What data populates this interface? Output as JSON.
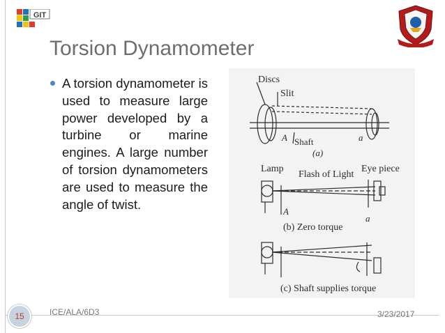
{
  "slide": {
    "title": "Torsion Dynamometer",
    "bullet_text": "A torsion dynamometer is used to measure large power developed by a turbine or marine engines. A large number of torsion dynamometers are used to measure the angle of twist.",
    "slide_number": "15",
    "footer_left": "ICE/ALA/6D3",
    "footer_date": "3/23/2017"
  },
  "logo": {
    "text": "GIT"
  },
  "diagram": {
    "labels": {
      "discs": "Discs",
      "slit": "Slit",
      "shaft": "Shaft",
      "a_upper": "A",
      "a_lower": "a",
      "part_a": "(a)",
      "lamp": "Lamp",
      "flash": "Flash of Light",
      "eye_piece": "Eye piece",
      "b_a_upper": "A",
      "b_a_lower": "a",
      "zero_torque": "(b) Zero torque",
      "shaft_torque": "(c) Shaft supplies torque"
    }
  },
  "colors": {
    "title": "#6e6e6e",
    "bullet": "#4a86c8",
    "slide_number_text": "#c0392b",
    "slide_number_bg": "#c8d3e2"
  }
}
